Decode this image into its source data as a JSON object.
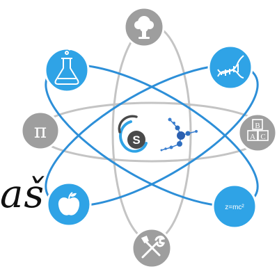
{
  "colors": {
    "blue": "#2fa3e6",
    "gray": "#9e9e9e",
    "gray_orbit": "#c7c7c7",
    "blue_orbit": "#2f8fd9",
    "text": "#111111"
  },
  "center": {
    "logo_letter": "S"
  },
  "nodes": {
    "top": {
      "icon": "tree-icon",
      "color": "gray"
    },
    "top_left": {
      "icon": "flask-icon",
      "color": "blue"
    },
    "top_right": {
      "icon": "dna-icon",
      "color": "blue"
    },
    "left": {
      "icon": "pi-icon",
      "color": "gray",
      "symbol": "π"
    },
    "right": {
      "icon": "abc-blocks-icon",
      "color": "gray",
      "letters": [
        "B",
        "A",
        "C"
      ]
    },
    "bottom_left": {
      "icon": "apple-icon",
      "color": "blue"
    },
    "bottom_right": {
      "icon": "formula-icon",
      "color": "blue",
      "text": "z=mc²"
    },
    "bottom": {
      "icon": "tools-icon",
      "color": "gray"
    }
  },
  "partial_text": "aš"
}
